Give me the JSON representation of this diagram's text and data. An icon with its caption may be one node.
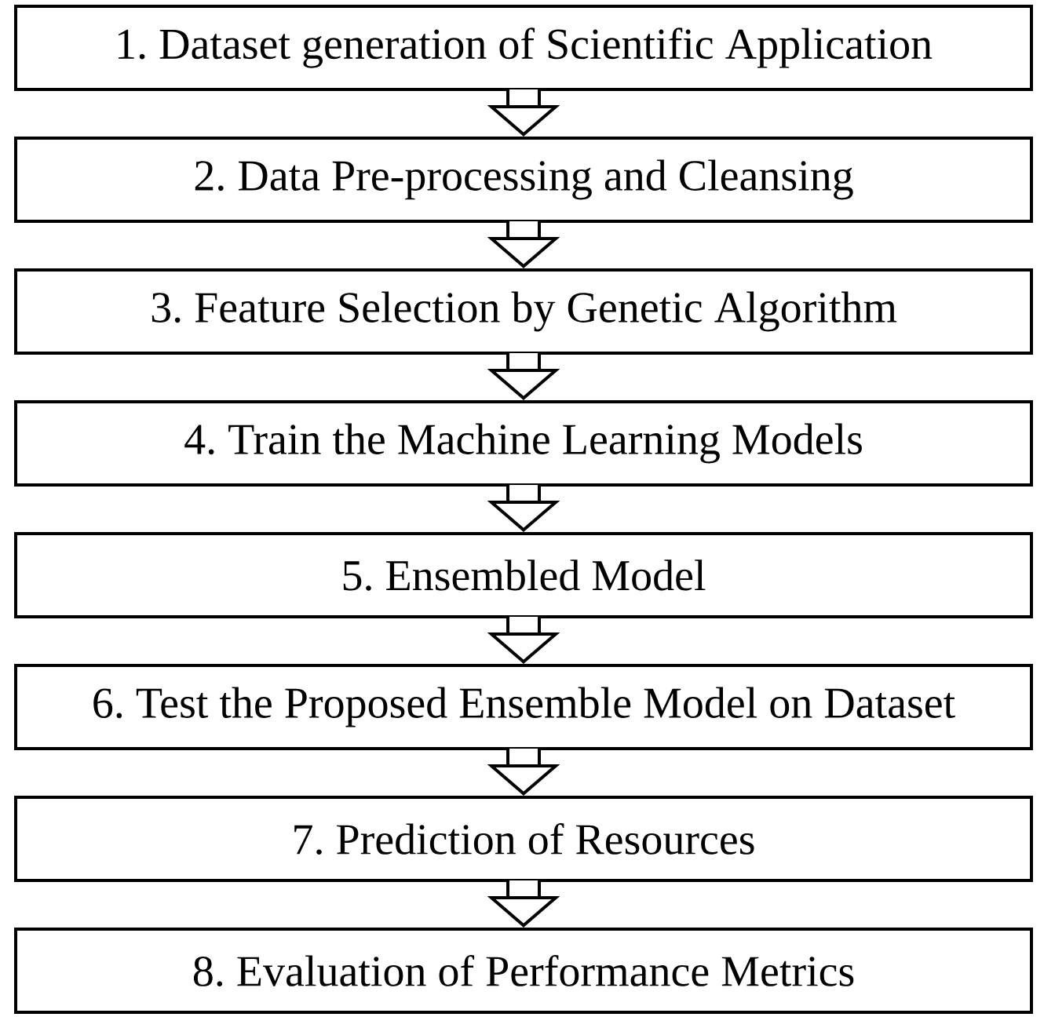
{
  "diagram": {
    "nodes": [
      {
        "text": [
          "1. Dataset generation of Scientific Application"
        ]
      },
      {
        "text": [
          "2. Data Pre-processing and Cleansing"
        ]
      },
      {
        "text": [
          "3. Feature Selection by Genetic Algorithm"
        ]
      },
      {
        "text": [
          "4. Train the Machine Learning Models"
        ]
      },
      {
        "text": [
          "5. Ensembled Model"
        ]
      },
      {
        "text": [
          "6. Test the Proposed Ensemble Model on Dataset"
        ]
      },
      {
        "text": [
          "7. Prediction of Resources"
        ]
      },
      {
        "text": [
          "8. Evaluation of Performance Metrics"
        ]
      }
    ],
    "edges": [
      {
        "from": 0,
        "to": 1,
        "arrow": "to"
      },
      {
        "from": 1,
        "to": 2,
        "arrow": "to"
      },
      {
        "from": 2,
        "to": 3,
        "arrow": "to"
      },
      {
        "from": 3,
        "to": 4,
        "arrow": "to"
      },
      {
        "from": 4,
        "to": 5,
        "arrow": "to"
      },
      {
        "from": 5,
        "to": 6,
        "arrow": "to"
      },
      {
        "from": 6,
        "to": 7,
        "arrow": "to"
      }
    ]
  }
}
